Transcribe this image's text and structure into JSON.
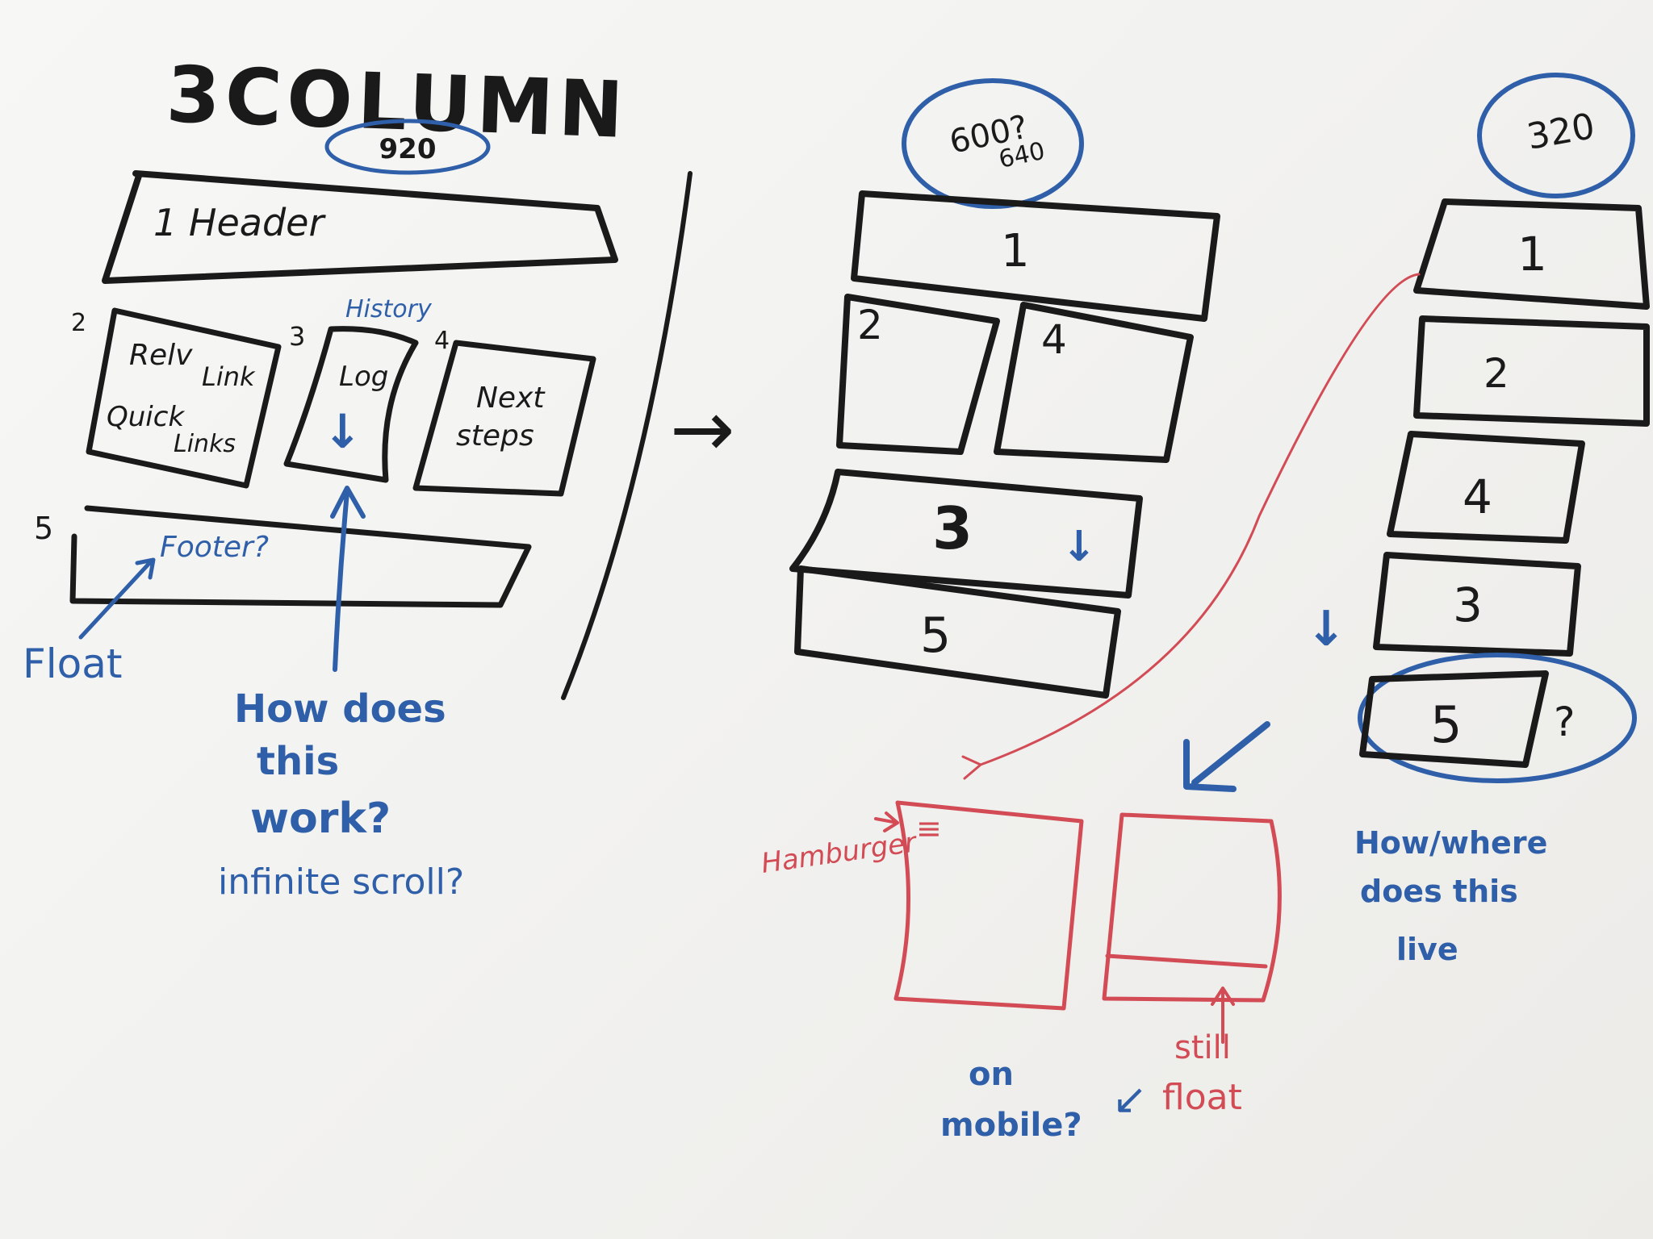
{
  "title": "3COLUMN",
  "desktop": {
    "width_note": "920",
    "header_label": "1 Header",
    "col2": {
      "number": "2",
      "line1": "Relv",
      "line2": "Link",
      "line3": "Quick",
      "line4": "Links"
    },
    "col3": {
      "number": "3",
      "note": "History",
      "label": "Log",
      "arrow": "↓"
    },
    "col4": {
      "number": "4",
      "line1": "Next",
      "line2": "steps"
    },
    "footer": {
      "number": "5",
      "label": "Footer?"
    },
    "float_note": "Float",
    "question": [
      "How does",
      "this",
      "work?",
      "infinite scroll?"
    ]
  },
  "transition_arrow": "→",
  "tablet": {
    "width_note_1": "600?",
    "width_note_2": "640",
    "blocks": [
      "1",
      "2",
      "4",
      "3",
      "5"
    ],
    "col3_arrow": "↓"
  },
  "mobile": {
    "width_note": "320",
    "blocks": [
      "1",
      "2",
      "4",
      "3",
      "5"
    ],
    "side_arrow": "↓",
    "question_mark": "?",
    "question": [
      "How/where",
      "does this",
      "live"
    ]
  },
  "mobile_sketch": {
    "hamburger_label": "Hamburger",
    "hamburger_icon": "≡",
    "still_float": [
      "still",
      "float"
    ],
    "on_mobile": [
      "on",
      "mobile?"
    ],
    "pointer_arrow": "↙"
  },
  "colors": {
    "black_marker": "#1a1a1a",
    "blue_marker": "#2f5fa8",
    "red_marker": "#d24b55",
    "board": "#f4f4f2"
  }
}
